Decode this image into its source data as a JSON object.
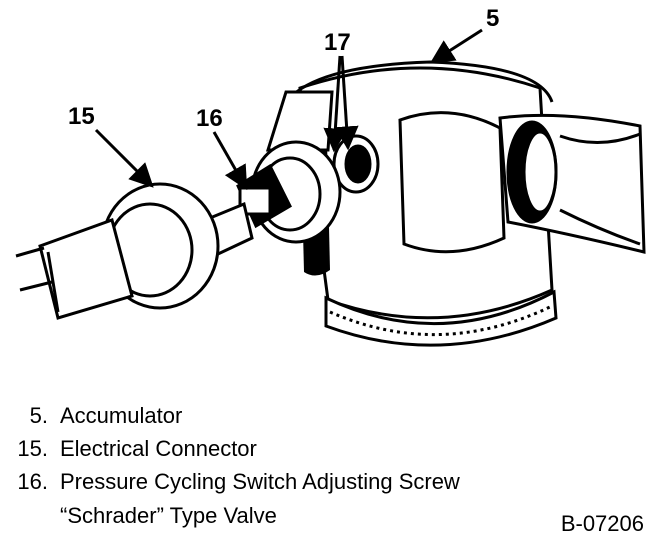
{
  "callouts": {
    "accumulator": "5",
    "connector": "15",
    "screw": "16",
    "valve": "17"
  },
  "legend": [
    {
      "num": "5.",
      "text": "Accumulator"
    },
    {
      "num": "15.",
      "text": "Electrical Connector"
    },
    {
      "num": "16.",
      "text": "Pressure Cycling Switch Adjusting Screw"
    },
    {
      "num": "",
      "text": "“Schrader” Type Valve"
    }
  ],
  "figure_code": "B-07206"
}
